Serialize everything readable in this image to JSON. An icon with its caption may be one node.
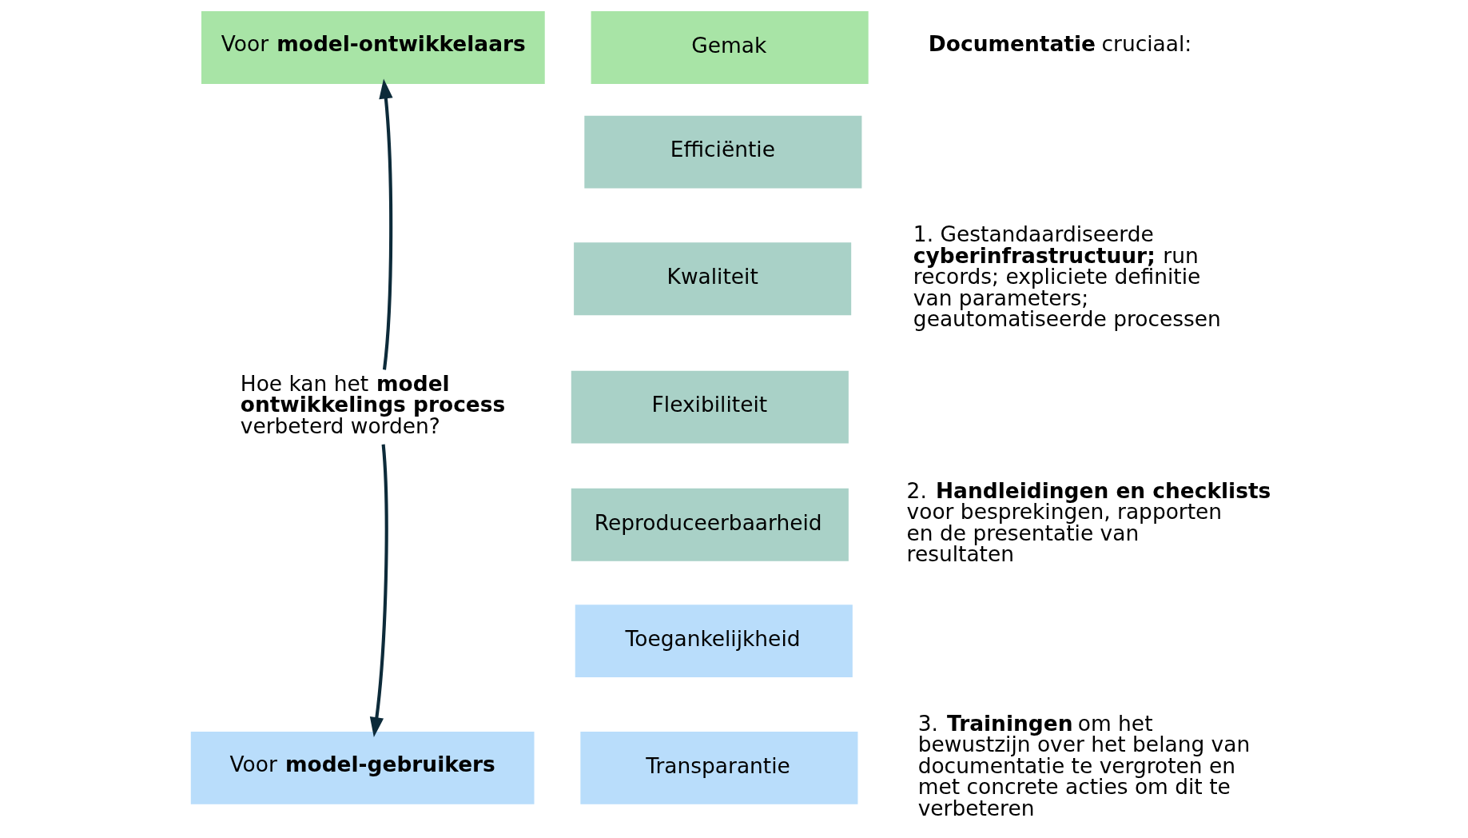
{
  "diagram": {
    "nodes": [
      {
        "text": [
          "Voor **model-ontwikkelaars**"
        ]
      },
      {
        "text": [
          "Hoe kan het **model ontwikkelings process** verbeterd worden?"
        ]
      },
      {
        "text": [
          "Voor **model-gebruikers**"
        ]
      },
      {
        "text": [
          "Gemak"
        ]
      },
      {
        "text": [
          "Efficiëntie"
        ]
      },
      {
        "text": [
          "Kwaliteit"
        ]
      },
      {
        "text": [
          "Flexibiliteit"
        ]
      },
      {
        "text": [
          "Reproduceerbaarheid"
        ]
      },
      {
        "text": [
          "Toegankelijkheid"
        ]
      },
      {
        "text": [
          "Transparantie"
        ]
      }
    ],
    "edges": [
      {
        "from": 1,
        "to": 0,
        "arrow": "to"
      },
      {
        "from": 1,
        "to": 2,
        "arrow": "to"
      }
    ],
    "labels": [
      "**Documentatie** cruciaal:",
      "1. Gestandaardiseerde **cyberinfrastructuur;** run records; expliciete definitie van parameters; geautomatiseerde processen",
      "2. **Handleidingen en checklists** voor besprekingen, rapporten en de presentatie van resultaten",
      "3. **Trainingen** om het bewustzijn over het belang van documentatie te vergroten en met concrete acties om dit te verbeteren"
    ]
  }
}
